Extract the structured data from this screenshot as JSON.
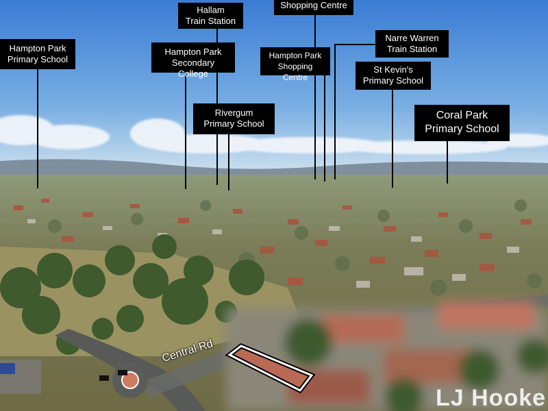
{
  "poi_labels": [
    {
      "id": "hallam-train-station",
      "text": "Hallam\nTrain Station"
    },
    {
      "id": "shopping-centre-top",
      "text": "Shopping Centre"
    },
    {
      "id": "hampton-park-primary",
      "text": "Hampton Park\nPrimary School"
    },
    {
      "id": "narre-warren-station",
      "text": "Narre Warren\nTrain Station"
    },
    {
      "id": "hampton-park-secondary",
      "text": "Hampton Park\nSecondary College"
    },
    {
      "id": "hampton-park-shopping",
      "text": "Hampton Park\nShopping Centre"
    },
    {
      "id": "st-kevins-primary",
      "text": "St Kevin's\nPrimary School"
    },
    {
      "id": "rivergum-primary",
      "text": "Rivergum\nPrimary School"
    },
    {
      "id": "coral-park-primary",
      "text": "Coral Park\nPrimary School"
    }
  ],
  "street_label": "Central Rd",
  "watermark_text": "LJ Hooke",
  "colors": {
    "sky_top": "#3c7fd6",
    "sky_horizon": "#cfe0ee",
    "label_bg": "#000000",
    "label_text": "#ffffff",
    "property_outline": "#000000"
  }
}
